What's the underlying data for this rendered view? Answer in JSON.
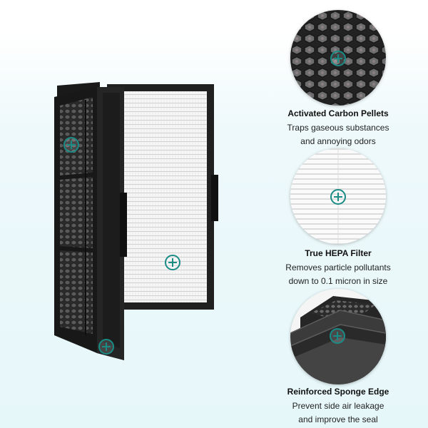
{
  "features": [
    {
      "title": "Activated Carbon Pellets",
      "lines": [
        "Traps gaseous substances",
        "and annoying odors"
      ],
      "icon": "carbon-honeycomb-closeup"
    },
    {
      "title": "True HEPA Filter",
      "lines": [
        "Removes particle pollutants",
        "down to 0.1 micron in size"
      ],
      "icon": "hepa-pleat-closeup"
    },
    {
      "title": "Reinforced Sponge Edge",
      "lines": [
        "Prevent side air leakage",
        "and improve the seal"
      ],
      "icon": "sponge-edge-closeup"
    }
  ],
  "colors": {
    "accent": "#1a8c86",
    "frame": "#1d1d1d",
    "carbon": "#3a3a3a",
    "hepa": "#f4f4f4"
  }
}
